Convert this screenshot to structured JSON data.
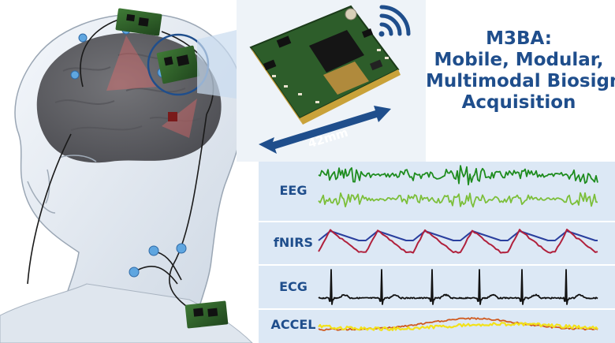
{
  "title": {
    "line1": "M3BA:",
    "line2": "Mobile, Modular,",
    "line3": "Multimodal Biosignal",
    "line4": "Acquisition"
  },
  "dimension_label": "42mm",
  "signals": {
    "eeg": "EEG",
    "fnirs": "fNIRS",
    "ecg": "ECG",
    "accel": "ACCEL"
  },
  "colors": {
    "title": "#1f4e8c",
    "panel": "#dce8f5",
    "eeg_dark": "#1e8c1e",
    "eeg_light": "#7cbf3a",
    "fnirs_blue": "#2a3f9e",
    "fnirs_red": "#b0203c",
    "ecg": "#111111",
    "accel_yellow": "#f2e21a",
    "accel_orange": "#d05a1e",
    "pcb": "#2e5a2a",
    "wireless": "#1f4e8c"
  },
  "icons": [
    "wireless-icon",
    "pcb-board-icon",
    "head-illustration-icon"
  ]
}
